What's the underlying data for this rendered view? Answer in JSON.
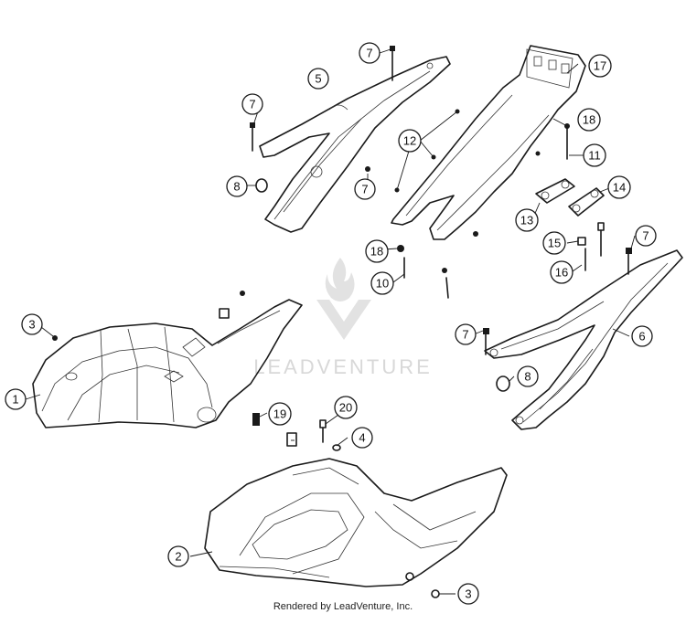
{
  "callouts": [
    "1",
    "2",
    "3",
    "3",
    "4",
    "5",
    "6",
    "7",
    "7",
    "7",
    "7",
    "7",
    "8",
    "8",
    "10",
    "11",
    "12",
    "13",
    "14",
    "15",
    "16",
    "17",
    "18",
    "18",
    "19",
    "20"
  ],
  "watermark": {
    "text": "LEADVENTURE"
  },
  "footer": {
    "credit": "Rendered by LeadVenture, Inc."
  }
}
